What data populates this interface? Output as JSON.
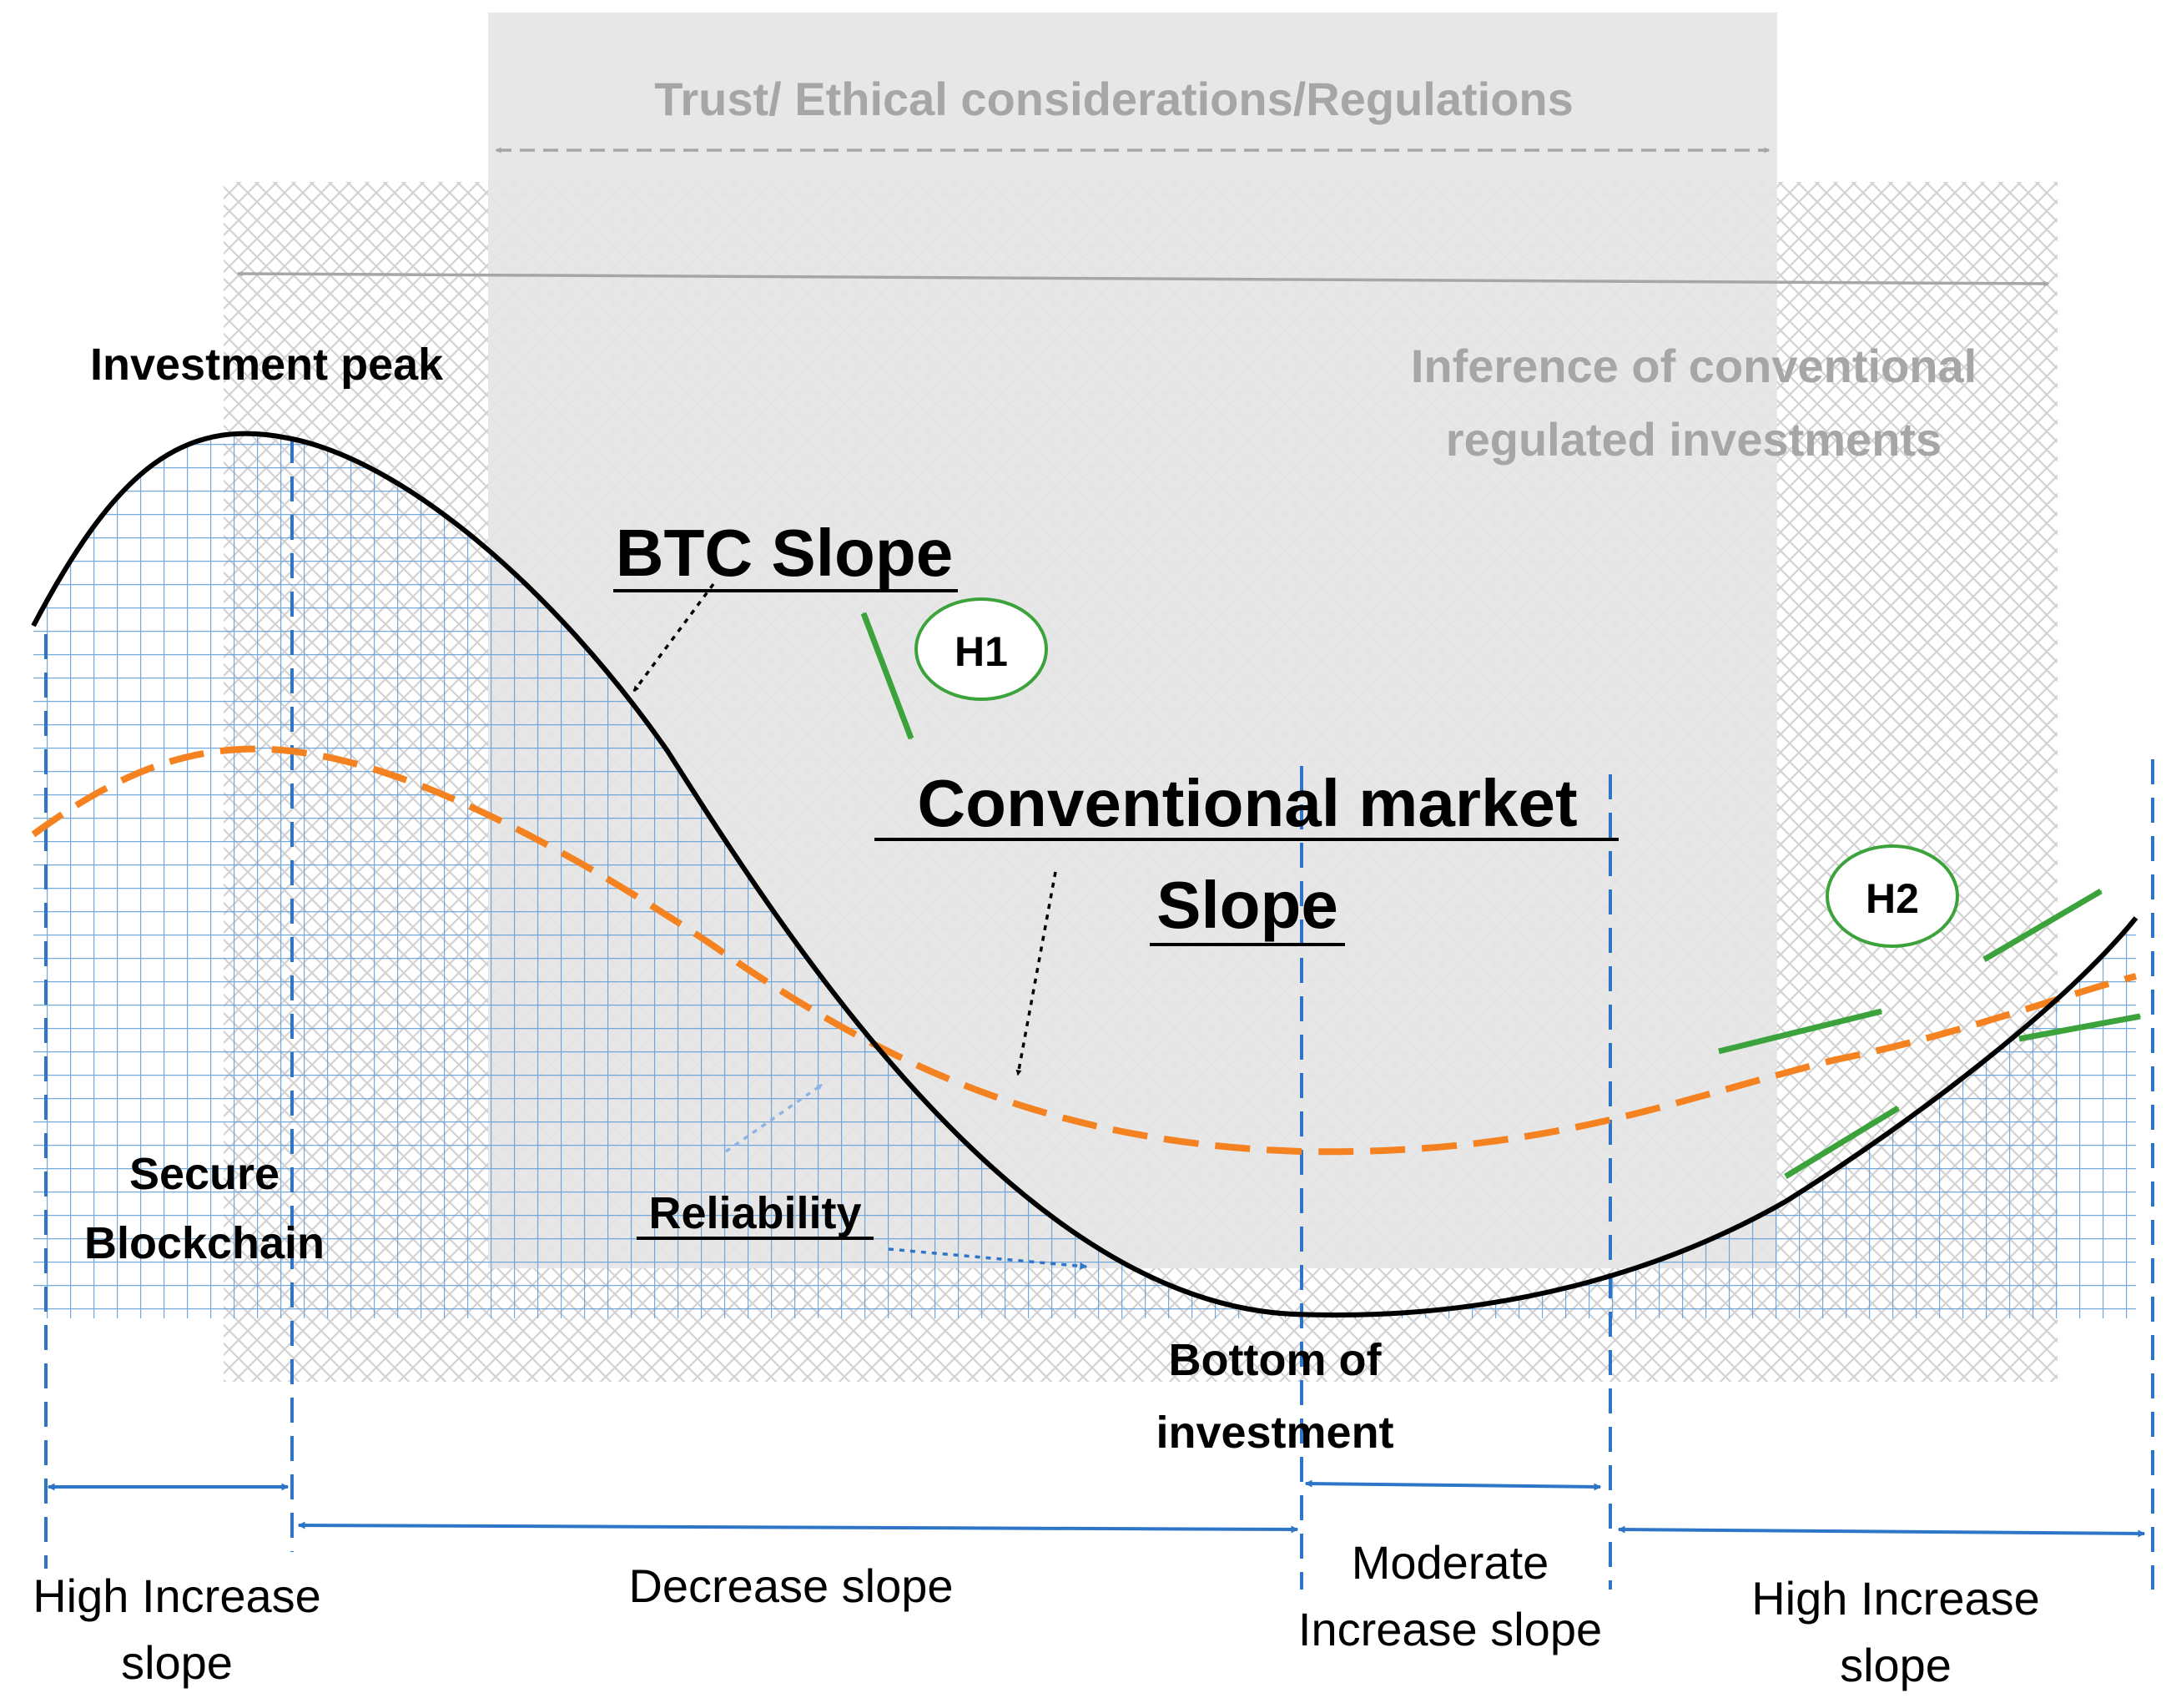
{
  "labels": {
    "trust": "Trust/ Ethical considerations/Regulations",
    "inference_line1": "Inference of conventional",
    "inference_line2": "regulated investments",
    "investment_peak": "Investment peak",
    "btc_slope": "BTC Slope",
    "h1": "H1",
    "h2": "H2",
    "conventional_line1": "Conventional market",
    "conventional_line2": "Slope",
    "secure_line1": "Secure",
    "secure_line2": "Blockchain",
    "reliability": "Reliability",
    "bottom_line1": "Bottom of",
    "bottom_line2": "investment",
    "phase1_line1": "High Increase",
    "phase1_line2": "slope",
    "phase2": "Decrease slope",
    "phase3_line1": "Moderate",
    "phase3_line2": "Increase slope",
    "phase4_line1": "High Increase",
    "phase4_line2": "slope"
  },
  "colors": {
    "btc_curve": "#000000",
    "conventional_curve": "#F58220",
    "hypothesis": "#3CA33C",
    "phase_lines": "#2E75C8",
    "grid": "#5B9BD5",
    "trust_band": "#E5E5E5",
    "inference_text": "#A6A6A6"
  }
}
